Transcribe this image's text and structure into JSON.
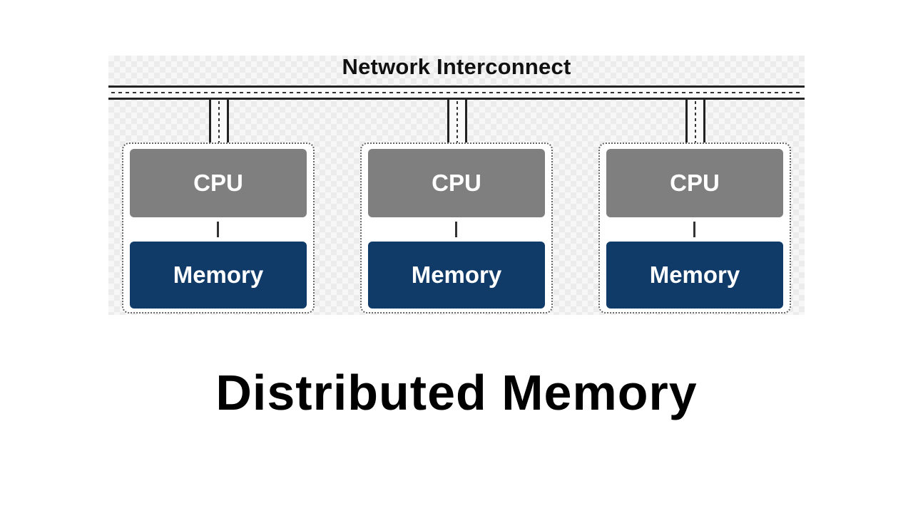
{
  "diagram": {
    "network_label": "Network Interconnect",
    "nodes": [
      {
        "cpu_label": "CPU",
        "memory_label": "Memory"
      },
      {
        "cpu_label": "CPU",
        "memory_label": "Memory"
      },
      {
        "cpu_label": "CPU",
        "memory_label": "Memory"
      }
    ]
  },
  "caption": "Distributed Memory",
  "colors": {
    "cpu_box": "#7f7f7f",
    "memory_box": "#103b69",
    "box_text": "#ffffff",
    "caption_text": "#000000"
  }
}
